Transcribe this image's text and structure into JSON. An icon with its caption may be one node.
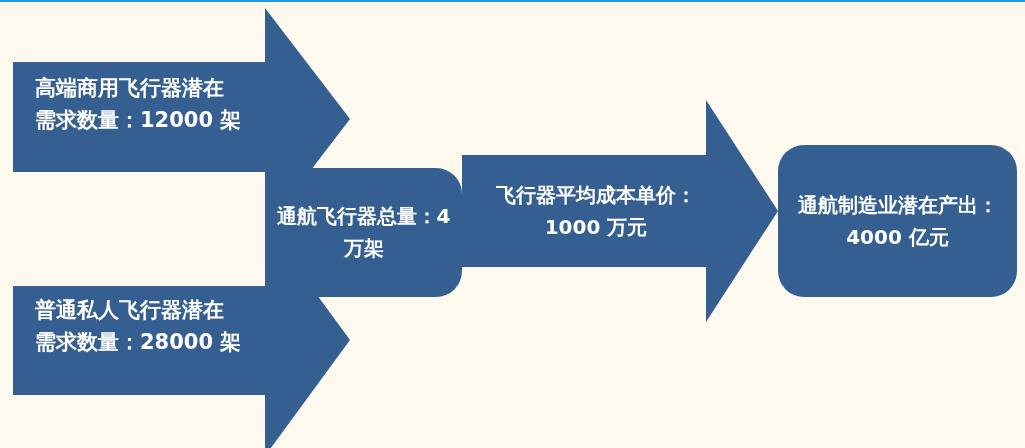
{
  "diagram": {
    "nodes": [
      {
        "text": [
          "高端商用飞行器潜在需求数量：12000 架"
        ]
      },
      {
        "text": [
          "通航飞行器总量：4 万架"
        ]
      },
      {
        "text": [
          "普通私人飞行器潜在需求数量：28000 架"
        ]
      },
      {
        "text": [
          "通航制造业潜在产出：4000 亿元"
        ]
      }
    ],
    "edges": [
      {
        "from": 1,
        "to": 3,
        "arrow": "to",
        "label": "飞行器平均成本单价：1000 万元"
      }
    ]
  }
}
